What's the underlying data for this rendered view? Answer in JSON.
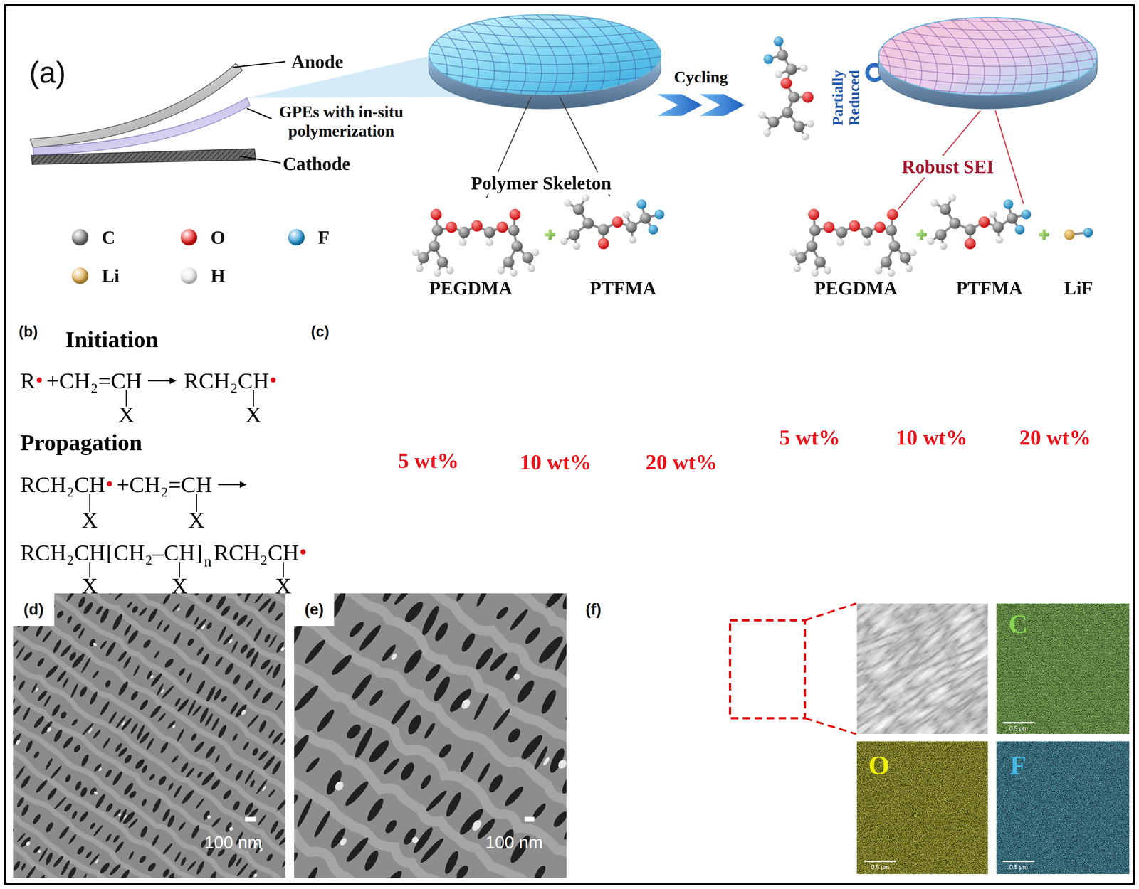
{
  "diagram": {
    "labels": [
      "(a)",
      "Anode",
      "GPEs with in-situ polymerization",
      "Cathode",
      "Cycling",
      "Partially Reduced",
      "Polymer Skeleton",
      "Robust SEI",
      "PEGDMA",
      "PTFMA",
      "PEGDMA",
      "PTFMA",
      "LiF",
      "(b)",
      "Initiation",
      "R",
      "+CH₂=CH",
      "RCH₂CH",
      "X",
      "X",
      "Propagation",
      "RCH₂CH",
      "+CH₂=CH",
      "X",
      "X",
      "RCH₂CH",
      "[CH₂–CH]",
      "n",
      "RCH₂CH",
      "X",
      "X",
      "X",
      "(c)",
      "5 wt%",
      "10 wt%",
      "20 wt%",
      "5 wt%",
      "10 wt%",
      "20 wt%",
      "(d)",
      "100 nm",
      "(e)",
      "100 nm",
      "(f)",
      "100 nm",
      "C",
      "O",
      "F",
      "0.5 μm",
      "0.5 μm",
      "0.5 μm"
    ],
    "legend": [
      {
        "text": "C",
        "color": "#6e6e6e"
      },
      {
        "text": "O",
        "color": "#e01010"
      },
      {
        "text": "F",
        "color": "#1b8fd0"
      },
      {
        "text": "Li",
        "color": "#d9a441"
      },
      {
        "text": "H",
        "color": "#e6e6e6"
      }
    ]
  }
}
